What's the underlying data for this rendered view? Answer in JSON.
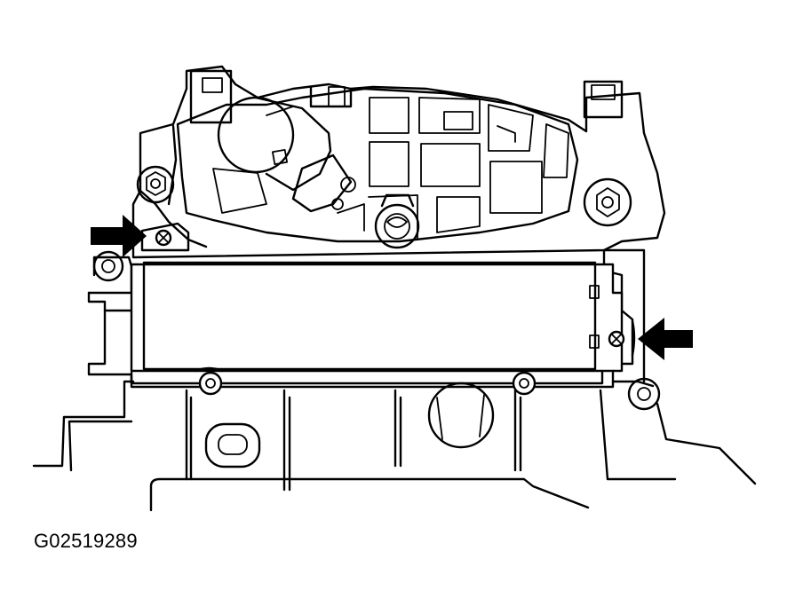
{
  "figure": {
    "id_label": "G02519289",
    "line_color": "#000000",
    "background": "#ffffff"
  },
  "callouts": [
    {
      "name": "left-bolt-arrow",
      "points_to": "left-bolt"
    },
    {
      "name": "right-bolt-arrow",
      "points_to": "right-bolt"
    }
  ]
}
